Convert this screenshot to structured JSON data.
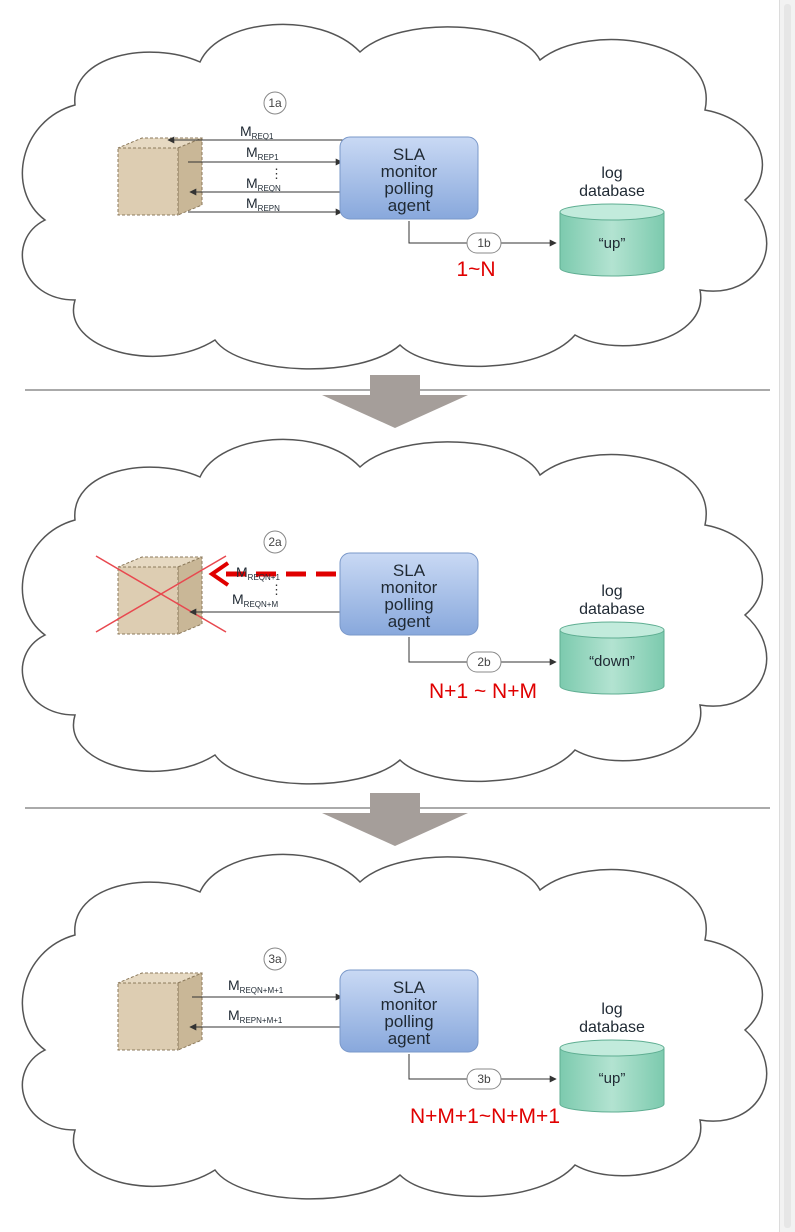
{
  "panels": [
    {
      "step_a": "1a",
      "step_b": "1b",
      "agent_lines": [
        "SLA",
        "monitor",
        "polling",
        "agent"
      ],
      "db_lines": [
        "log",
        "database"
      ],
      "db_status": "“up”",
      "messages": [
        {
          "main": "M",
          "sub": "REQ1"
        },
        {
          "main": "M",
          "sub": "REP1"
        },
        {
          "main": "M",
          "sub": "REQN"
        },
        {
          "main": "M",
          "sub": "REPN"
        }
      ],
      "range_label": "1~N",
      "server_down": false
    },
    {
      "step_a": "2a",
      "step_b": "2b",
      "agent_lines": [
        "SLA",
        "monitor",
        "polling",
        "agent"
      ],
      "db_lines": [
        "log",
        "database"
      ],
      "db_status": "“down”",
      "messages": [
        {
          "main": "M",
          "sub": "REQN+1"
        },
        {
          "main": "M",
          "sub": "REQN+M"
        }
      ],
      "range_label": "N+1 ~ N+M",
      "server_down": true
    },
    {
      "step_a": "3a",
      "step_b": "3b",
      "agent_lines": [
        "SLA",
        "monitor",
        "polling",
        "agent"
      ],
      "db_lines": [
        "log",
        "database"
      ],
      "db_status": "“up”",
      "messages": [
        {
          "main": "M",
          "sub": "REQN+M+1"
        },
        {
          "main": "M",
          "sub": "REPN+M+1"
        }
      ],
      "range_label": "N+M+1~N+M+1",
      "server_down": false
    }
  ],
  "colors": {
    "agent_fill": "#a9c3ec",
    "db_fill": "#9ed8c4",
    "server_fill": "#ddcdb2",
    "annotation_red": "#e00000",
    "transition_arrow": "#a59e9a"
  }
}
